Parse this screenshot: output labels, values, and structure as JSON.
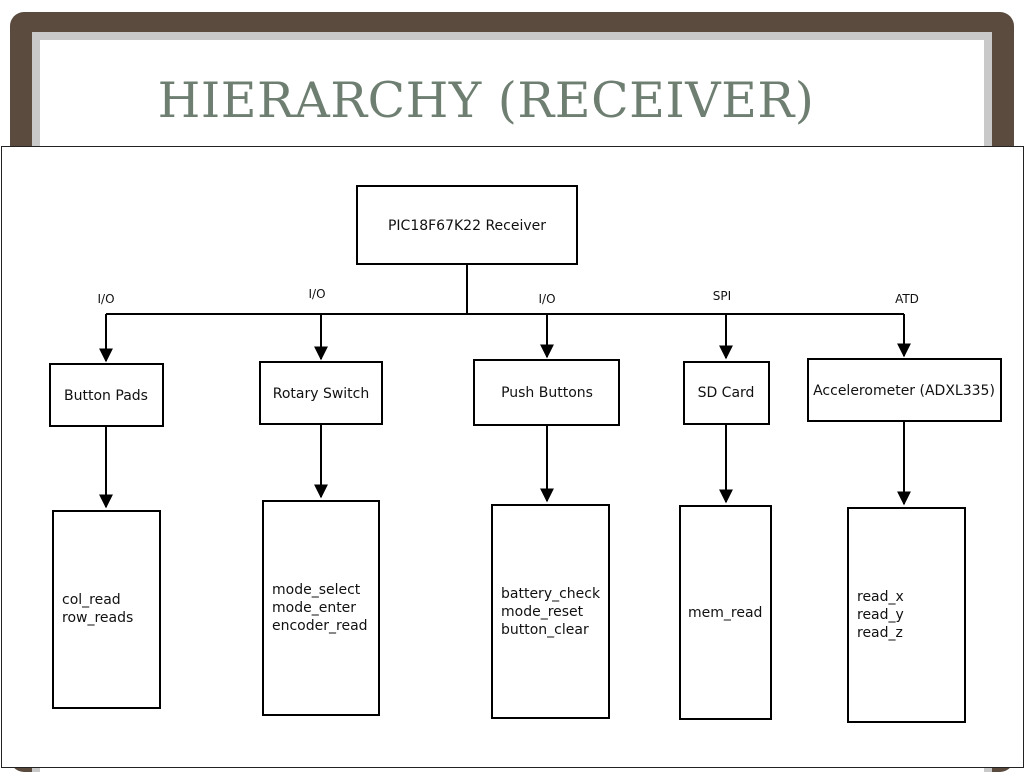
{
  "slide": {
    "title": "HIERARCHY (RECEIVER)"
  },
  "diagram": {
    "root": "PIC18F67K22 Receiver",
    "modules": [
      {
        "name": "Button Pads",
        "interface": "I/O",
        "functions": [
          "col_read",
          "row_reads"
        ]
      },
      {
        "name": "Rotary Switch",
        "interface": "I/O",
        "functions": [
          "mode_select",
          "mode_enter",
          "encoder_read"
        ]
      },
      {
        "name": "Push Buttons",
        "interface": "I/O",
        "functions": [
          "battery_check",
          "mode_reset",
          "button_clear"
        ]
      },
      {
        "name": "SD Card",
        "interface": "SPI",
        "functions": [
          "mem_read"
        ]
      },
      {
        "name": "Accelerometer (ADXL335)",
        "interface": "ATD",
        "functions": [
          "read_x",
          "read_y",
          "read_z"
        ]
      }
    ]
  }
}
